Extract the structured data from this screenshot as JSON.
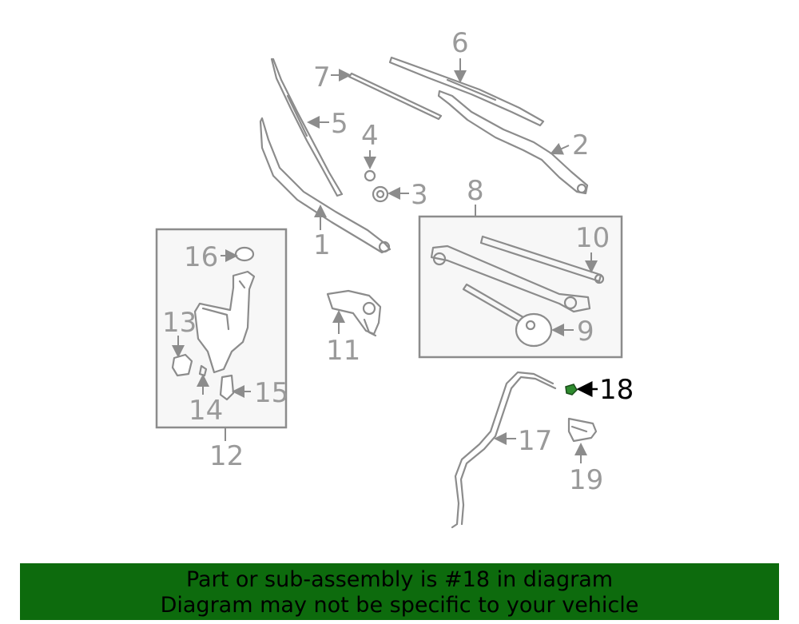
{
  "callouts": {
    "n1": "1",
    "n2": "2",
    "n3": "3",
    "n4": "4",
    "n5": "5",
    "n6": "6",
    "n7": "7",
    "n8": "8",
    "n9": "9",
    "n10": "10",
    "n11": "11",
    "n12": "12",
    "n13": "13",
    "n14": "14",
    "n15": "15",
    "n16": "16",
    "n17": "17",
    "n18": "18",
    "n19": "19"
  },
  "highlight_color": "#2e8b2e",
  "banner": {
    "line1": "Part or sub-assembly is #18 in diagram",
    "line2": "Diagram may not be specific to your vehicle",
    "background": "#0d6b0d"
  }
}
